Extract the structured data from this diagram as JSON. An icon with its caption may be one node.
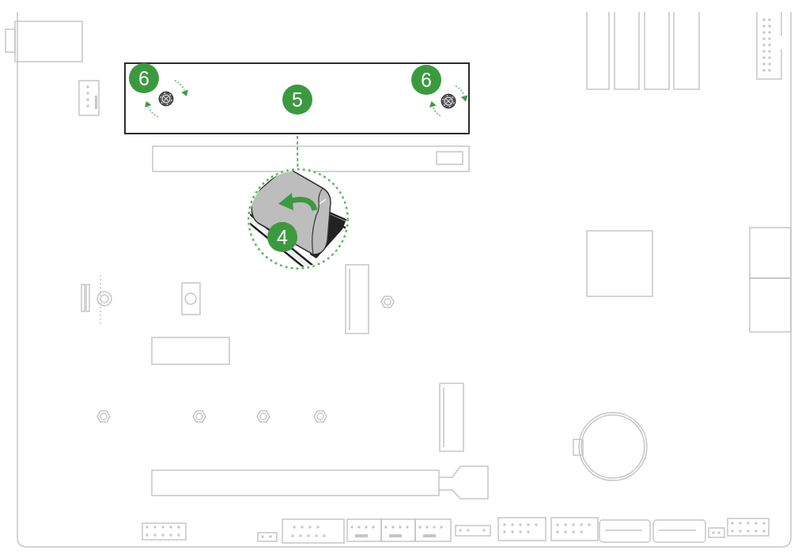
{
  "diagram": {
    "nodes": [
      {
        "text": [
          "6",
          "5",
          "6"
        ]
      },
      {
        "text": [
          "4"
        ]
      }
    ],
    "edges": [
      {
        "from": 0,
        "to": 1,
        "arrow": "none",
        "style": "dashed"
      }
    ]
  }
}
